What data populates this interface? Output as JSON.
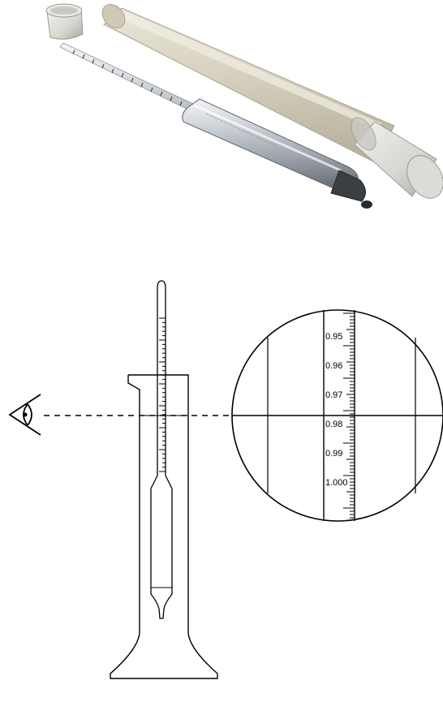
{
  "photo": {
    "objects": [
      "hydrometer",
      "storage-tube",
      "storage-tube-cap",
      "storage-tube-end-cap"
    ]
  },
  "diagram": {
    "scale_labels": [
      "0.95",
      "0.96",
      "0.97",
      "0.98",
      "0.99",
      "1.000"
    ],
    "icons": [
      "eye-icon"
    ]
  }
}
